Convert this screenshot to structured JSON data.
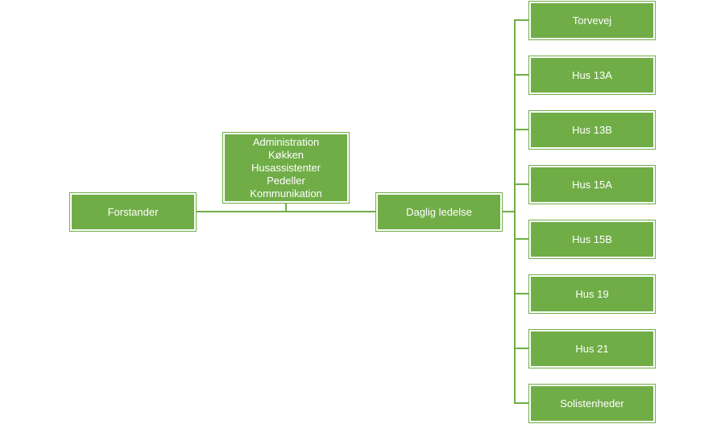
{
  "colors": {
    "node_fill": "#70ad47",
    "connector": "#70ad47",
    "text": "#ffffff"
  },
  "nodes": {
    "forstander": "Forstander",
    "staff": [
      "Administration",
      "Køkken",
      "Husassistenter",
      "Pedeller",
      "Kommunikation"
    ],
    "daglig_ledelse": "Daglig ledelse",
    "units": [
      "Torvevej",
      "Hus 13A",
      "Hus 13B",
      "Hus 15A",
      "Hus 15B",
      "Hus 19",
      "Hus 21",
      "Solistenheder"
    ]
  }
}
